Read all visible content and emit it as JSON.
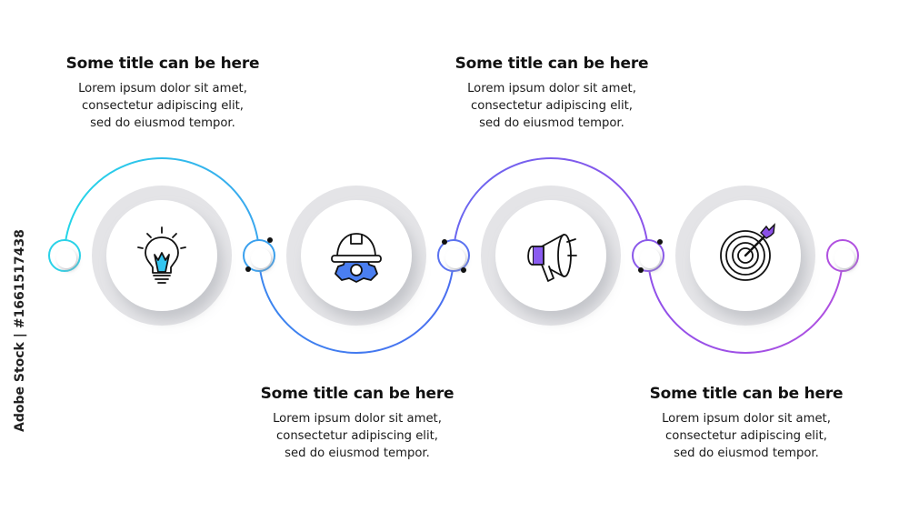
{
  "steps": [
    {
      "title": "Some title can be here",
      "desc": [
        "Lorem ipsum dolor sit amet,",
        "consectetur adipiscing elit,",
        "sed do eiusmod tempor."
      ],
      "icon": "lightbulb-icon",
      "color": "#2ccfe6"
    },
    {
      "title": "Some title can be here",
      "desc": [
        "Lorem ipsum dolor sit amet,",
        "consectetur adipiscing elit,",
        "sed do eiusmod tempor."
      ],
      "icon": "hardhat-gear-icon",
      "color": "#3a7ef0"
    },
    {
      "title": "Some title can be here",
      "desc": [
        "Lorem ipsum dolor sit amet,",
        "consectetur adipiscing elit,",
        "sed do eiusmod tempor."
      ],
      "icon": "megaphone-icon",
      "color": "#7a5cf0"
    },
    {
      "title": "Some title can be here",
      "desc": [
        "Lorem ipsum dolor sit amet,",
        "consectetur adipiscing elit,",
        "sed do eiusmod tempor."
      ],
      "icon": "target-arrow-icon",
      "color": "#9a4fe6"
    }
  ],
  "caption": "Adobe Stock | #1661517438",
  "colors": {
    "ring": "#e3e3e6",
    "circle": "#ffffff",
    "shadow": "#c9c9cf",
    "dot": "#111111"
  }
}
